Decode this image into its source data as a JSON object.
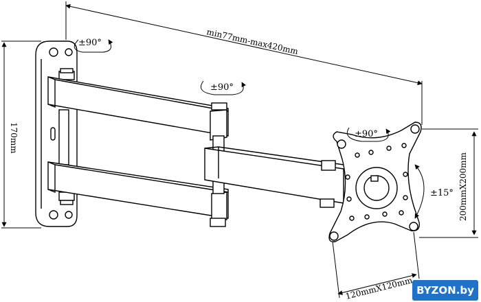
{
  "dimensions": {
    "arm_length": "min77mm-max420mm",
    "height": "170mm",
    "vesa_vertical": "200mmX200mm",
    "vesa_horizontal": "120mmX120mm"
  },
  "rotations": {
    "wall_plate": "±90°",
    "middle_joint": "±90°",
    "head_swivel": "±90°",
    "tilt": "±15°"
  },
  "watermark": "BYZON.by"
}
